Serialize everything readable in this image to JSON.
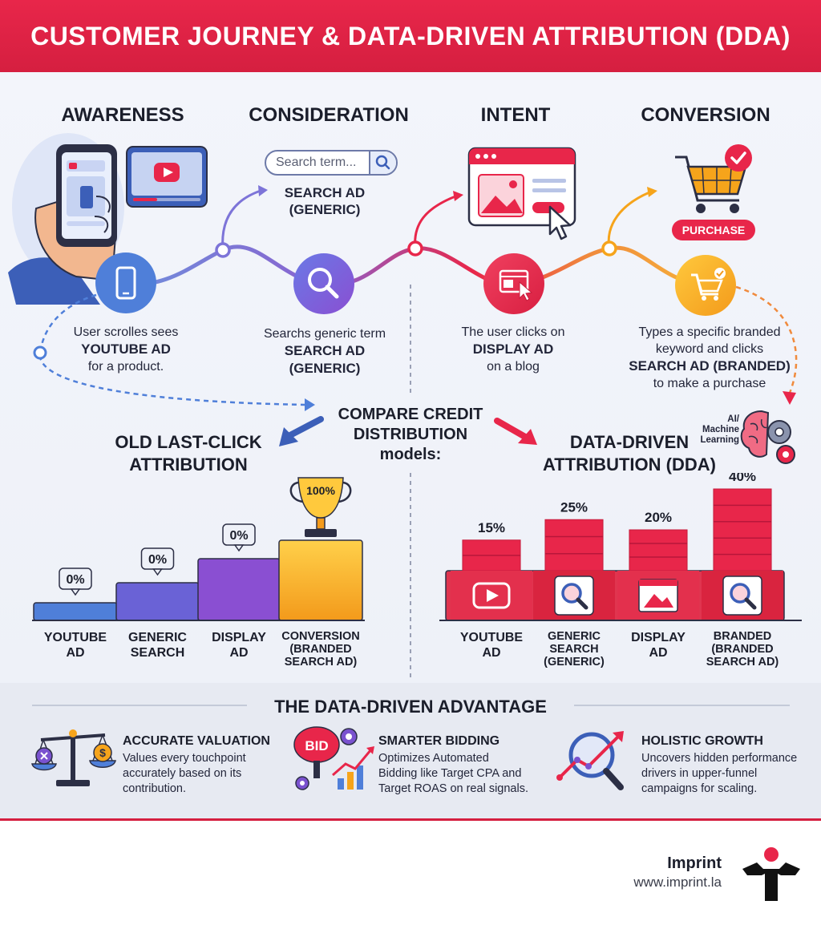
{
  "title": "CUSTOMER JOURNEY & DATA-DRIVEN ATTRIBUTION (DDA)",
  "stages": [
    "AWARENESS",
    "CONSIDERATION",
    "INTENT",
    "CONVERSION"
  ],
  "search_widget": {
    "placeholder": "Search term..."
  },
  "consideration_label": {
    "line1": "SEARCH AD",
    "line2": "(GENERIC)"
  },
  "purchase_label": "PURCHASE",
  "captions": {
    "awareness": {
      "line1": "User scrolles sees",
      "bold": "YOUTUBE AD",
      "line3": "for a product."
    },
    "consideration": {
      "line1": "Searchs generic term",
      "bold1": "SEARCH AD",
      "bold2": "(GENERIC)"
    },
    "intent": {
      "line1": "The user clicks on",
      "bold": "DISPLAY AD",
      "line3": "on a blog"
    },
    "conversion": {
      "line1": "Types a specific branded",
      "line2": "keyword and clicks",
      "bold": "SEARCH AD (BRANDED)",
      "line4": "to make a purchase"
    }
  },
  "compare": {
    "line1": "COMPARE CREDIT",
    "line2": "DISTRIBUTION",
    "line3": "models:"
  },
  "ai_label": {
    "line1": "AI/",
    "line2": "Machine",
    "line3": "Learning"
  },
  "old_model": {
    "title_line1": "OLD LAST-CLICK",
    "title_line2": "ATTRIBUTION"
  },
  "dda_model": {
    "title_line1": "DATA-DRIVEN",
    "title_line2": "ATTRIBUTION (DDA)"
  },
  "chart_data": [
    {
      "type": "bar",
      "title": "OLD LAST-CLICK ATTRIBUTION",
      "categories": [
        "YOUTUBE AD",
        "GENERIC SEARCH",
        "DISPLAY AD",
        "CONVERSION (BRANDED SEARCH AD)"
      ],
      "category_lines": [
        [
          "YOUTUBE",
          "AD"
        ],
        [
          "GENERIC",
          "SEARCH"
        ],
        [
          "DISPLAY",
          "AD"
        ],
        [
          "CONVERSION",
          "(BRANDED",
          "SEARCH AD)"
        ]
      ],
      "values": [
        0,
        0,
        0,
        100
      ],
      "labels": [
        "0%",
        "0%",
        "0%",
        "100%"
      ]
    },
    {
      "type": "bar",
      "title": "DATA-DRIVEN ATTRIBUTION (DDA)",
      "categories": [
        "YOUTUBE AD",
        "GENERIC SEARCH (GENERIC)",
        "DISPLAY AD",
        "BRANDED (BRANDED SEARCH AD)"
      ],
      "category_lines": [
        [
          "YOUTUBE",
          "AD"
        ],
        [
          "GENERIC",
          "SEARCH",
          "(GENERIC)"
        ],
        [
          "DISPLAY",
          "AD"
        ],
        [
          "BRANDED",
          "(BRANDED",
          "SEARCH AD)"
        ]
      ],
      "values": [
        15,
        25,
        20,
        40
      ],
      "labels": [
        "15%",
        "25%",
        "20%",
        "40%"
      ]
    }
  ],
  "advantage": {
    "title": "THE DATA-DRIVEN ADVANTAGE",
    "items": [
      {
        "title": "ACCURATE VALUATION",
        "lines": [
          "Values every touchpoint",
          "accurately based on its",
          "contribution."
        ]
      },
      {
        "title": "SMARTER BIDDING",
        "lines": [
          "Optimizes Automated",
          "Bidding like Target CPA and",
          "Target ROAS on real signals."
        ]
      },
      {
        "title": "HOLISTIC GROWTH",
        "lines": [
          "Uncovers hidden performance",
          "drivers in upper-funnel",
          "campaigns for scaling."
        ]
      }
    ],
    "bid_text": "BID",
    "coin_text": "$"
  },
  "brand": {
    "name": "Imprint",
    "url": "www.imprint.la"
  },
  "colors": {
    "accent": "#e8264a",
    "blue": "#4f7fd9",
    "purple": "#7a52cf",
    "gold": "#f6a41b",
    "dark": "#1b1e2b"
  }
}
